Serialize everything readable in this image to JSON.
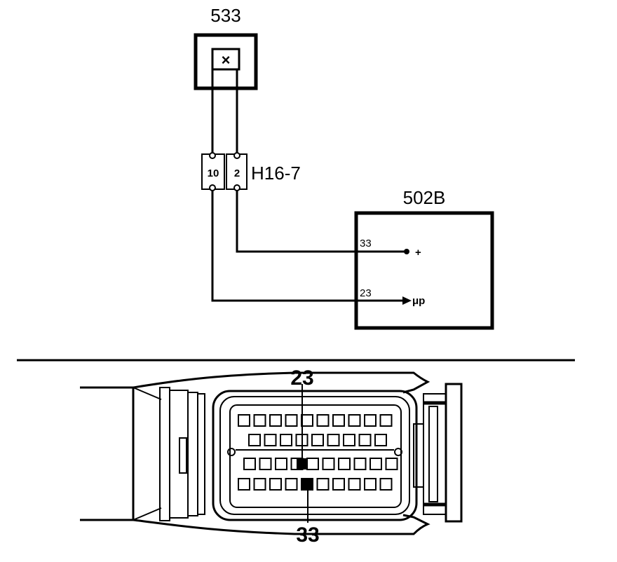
{
  "components": {
    "switch": {
      "id": "533",
      "symbol": "×"
    },
    "connector": {
      "id": "H16-7",
      "pins": [
        "10",
        "2"
      ]
    },
    "ecu": {
      "id": "502B",
      "pins": [
        {
          "number": "33",
          "signal": "+"
        },
        {
          "number": "23",
          "signal": "μp"
        }
      ]
    }
  },
  "connector_view": {
    "top_pin_label": "23",
    "bottom_pin_label": "33"
  },
  "colors": {
    "line": "#000000",
    "background": "#ffffff"
  }
}
